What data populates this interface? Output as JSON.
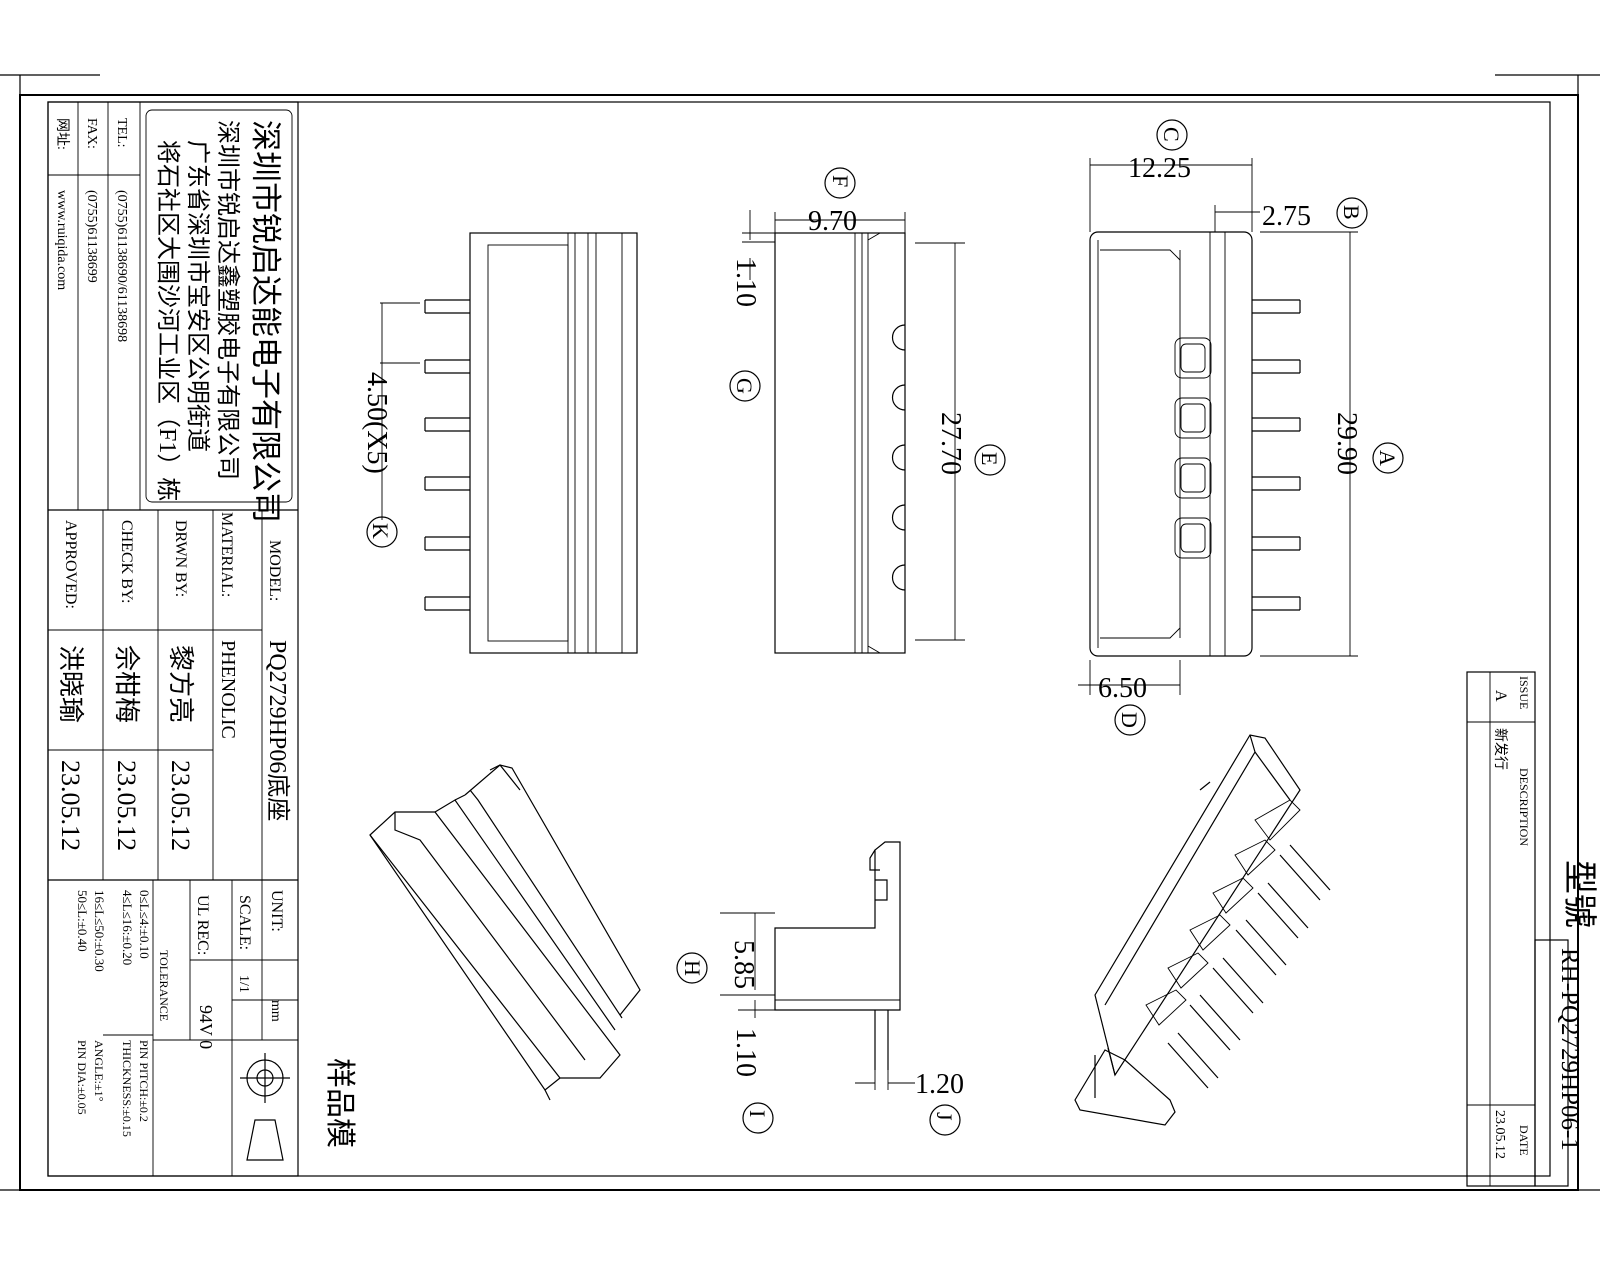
{
  "company": {
    "name": "深圳市锐启达能电子有限公司",
    "factory": "深圳市锐启达鑫塑胶电子有限公司",
    "address1": "广东省深圳市宝安区公明街道",
    "address2": "将石社区大围沙河工业区（F1）栋"
  },
  "contact": {
    "tel_label": "TEL:",
    "tel": "(0755)61138690/61138698",
    "fax_label": "FAX:",
    "fax": "(0755)61138699",
    "web_label": "网址:",
    "web": "www.ruiqida.com"
  },
  "title_block": {
    "model_label": "MODEL:",
    "model": "PQ2729HP06底座",
    "material_label": "MATERIAL:",
    "material": "PHENOLIC",
    "drwn_label": "DRWN BY:",
    "drwn_name": "黎方亮",
    "drwn_date": "23.05.12",
    "check_label": "CHECK BY:",
    "check_name": "佘柑梅",
    "check_date": "23.05.12",
    "approved_label": "APPROVED:",
    "approved_name": "洪晓瑜",
    "approved_date": "23.05.12",
    "unit_label": "UNIT:",
    "unit": "mm",
    "scale_label": "SCALE:",
    "scale": "1/1",
    "ul_label": "UL REC:",
    "ul": "94V 0",
    "tolerance_label": "TOLERANCE",
    "tol1": "0≤L≤4:±0.10",
    "tol2": "4≤L≤16:±0.20",
    "tol3": "16≤L≤50:±0.30",
    "tol4": "50≤L:±0.40",
    "tol5": "PIN PITCH:±0.2",
    "tol6": "THICKNESS:±0.15",
    "tol7": "ANGLE:±1°",
    "tol8": "PIN DIA:±0.05"
  },
  "revision": {
    "issue_label": "ISSUE",
    "issue": "A",
    "desc_label": "DESCRIPTION",
    "desc": "新发行",
    "date_label": "DATE",
    "date": "23.05.12",
    "part_label": "型號",
    "part_no": "RH-PQ2729HP06-1"
  },
  "sample_label": "样品模",
  "dimensions": {
    "A": {
      "value": "29.90",
      "letter": "A"
    },
    "B": {
      "value": "2.75",
      "letter": "B"
    },
    "C": {
      "value": "12.25",
      "letter": "C"
    },
    "D": {
      "value": "6.50",
      "letter": "D"
    },
    "E": {
      "value": "27.70",
      "letter": "E"
    },
    "F": {
      "value": "9.70",
      "letter": "F"
    },
    "G": {
      "value": "1.10",
      "letter": "G"
    },
    "H": {
      "value": "5.85",
      "letter": "H"
    },
    "I": {
      "value": "1.10",
      "letter": "I"
    },
    "J": {
      "value": "1.20",
      "letter": "J"
    },
    "K": {
      "value": "4.50(X5)",
      "letter": "K"
    }
  }
}
